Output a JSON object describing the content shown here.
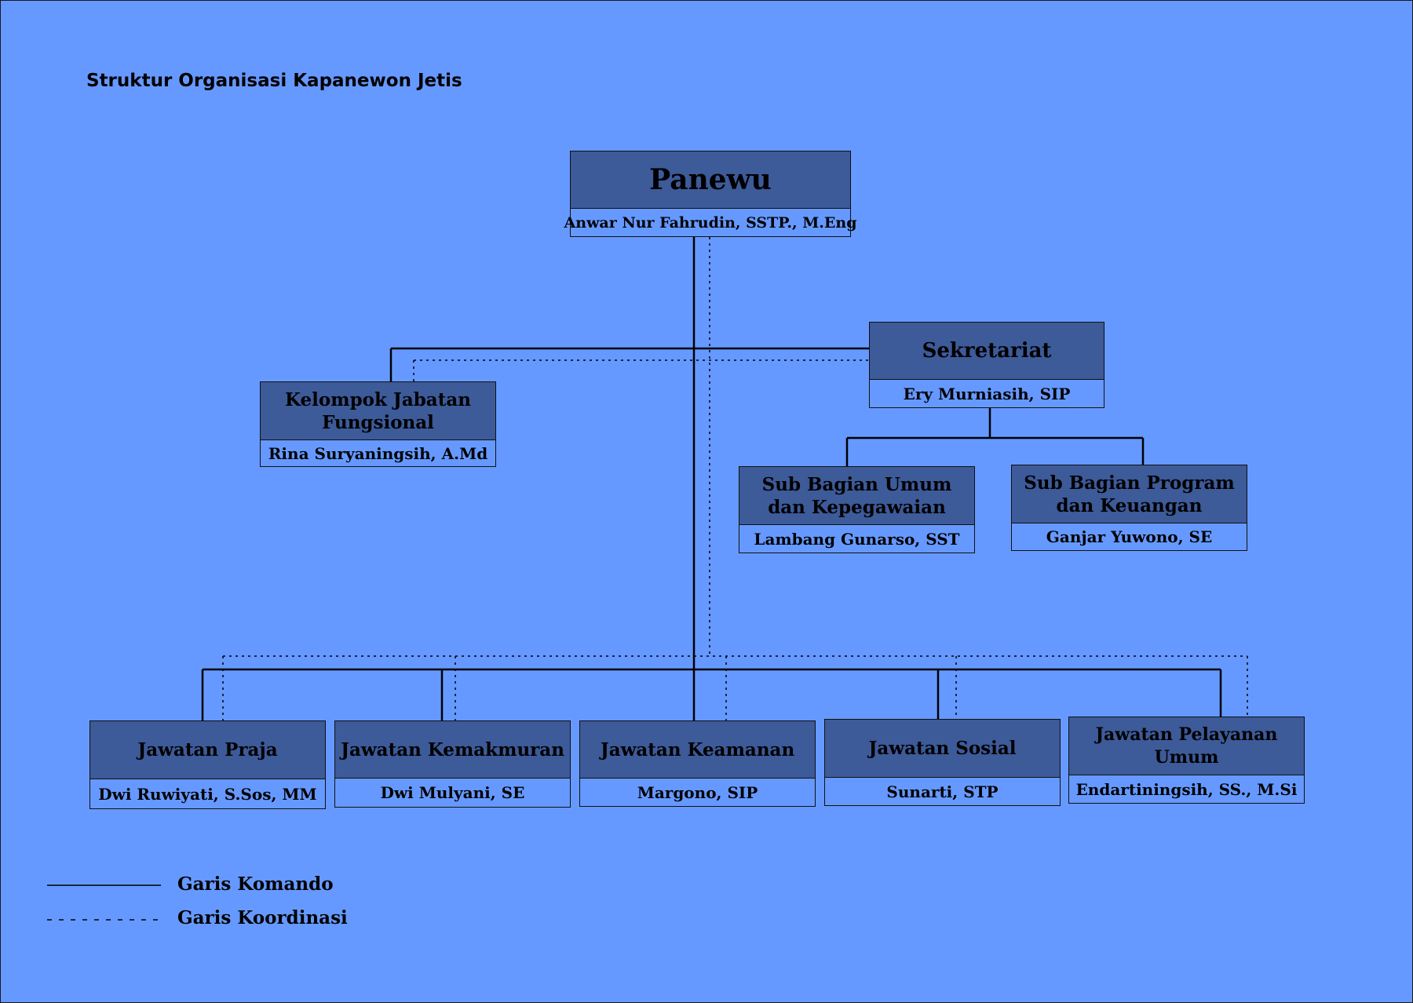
{
  "title": "Struktur Organisasi Kapanewon Jetis",
  "colors": {
    "background": "#6699ff",
    "header_fill": "#3d5a99",
    "line": "#000000"
  },
  "units": {
    "panewu": {
      "role": "Panewu",
      "person": "Anwar Nur Fahrudin, SSTP., M.Eng"
    },
    "sekretariat": {
      "role": "Sekretariat",
      "person": "Ery Murniasih, SIP"
    },
    "kelompok": {
      "role": "Kelompok Jabatan\nFungsional",
      "person": "Rina Suryaningsih, A.Md"
    },
    "subbag_umum": {
      "role": "Sub Bagian Umum\ndan Kepegawaian",
      "person": "Lambang Gunarso, SST"
    },
    "subbag_program": {
      "role": "Sub Bagian Program\ndan Keuangan",
      "person": "Ganjar Yuwono, SE"
    },
    "praja": {
      "role": "Jawatan Praja",
      "person": "Dwi Ruwiyati, S.Sos, MM"
    },
    "kemakmuran": {
      "role": "Jawatan Kemakmuran",
      "person": "Dwi Mulyani, SE"
    },
    "keamanan": {
      "role": "Jawatan Keamanan",
      "person": "Margono, SIP"
    },
    "sosial": {
      "role": "Jawatan Sosial",
      "person": "Sunarti, STP"
    },
    "pelayanan": {
      "role": "Jawatan Pelayanan Umum",
      "person": "Endartiningsih, SS., M.Si"
    }
  },
  "legend": {
    "command": "Garis Komando",
    "coordination": "Garis Koordinasi"
  }
}
